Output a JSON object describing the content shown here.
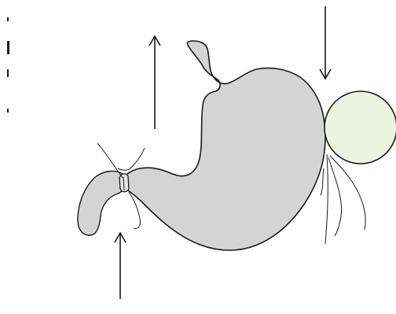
{
  "diagram": {
    "labels": [],
    "colors": {
      "stroke": "#1a1a1a",
      "organ_fill": "#d4d4d4",
      "mass_fill": "#eef2e0",
      "background": "#ffffff"
    },
    "elements": [
      "stomach-outline",
      "duodenum-outline",
      "pylorus-ring",
      "round-mass",
      "arrow-up-top-left",
      "arrow-down-top-right",
      "arrow-up-bottom"
    ]
  }
}
